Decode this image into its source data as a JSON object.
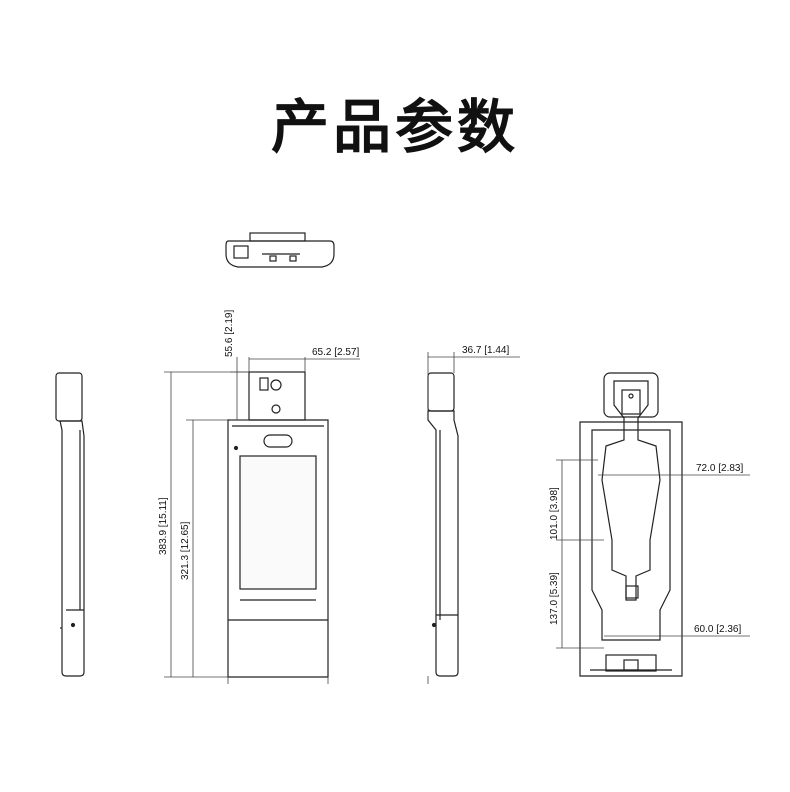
{
  "page": {
    "title": "产品参数"
  },
  "dimensions": {
    "camera_height": "55.6 [2.19]",
    "camera_width": "65.2 [2.57]",
    "total_height": "383.9 [15.11]",
    "body_height": "321.3 [12.65]",
    "side_depth": "36.7 [1.44]",
    "mount_width_upper": "72.0 [2.83]",
    "mount_spacing_upper": "101.0 [3.98]",
    "mount_spacing_lower": "137.0 [5.39]",
    "mount_width_lower": "60.0 [2.36]"
  },
  "colors": {
    "line": "#222222",
    "panel": "#f4f4f4",
    "screen": "#fafafa"
  }
}
